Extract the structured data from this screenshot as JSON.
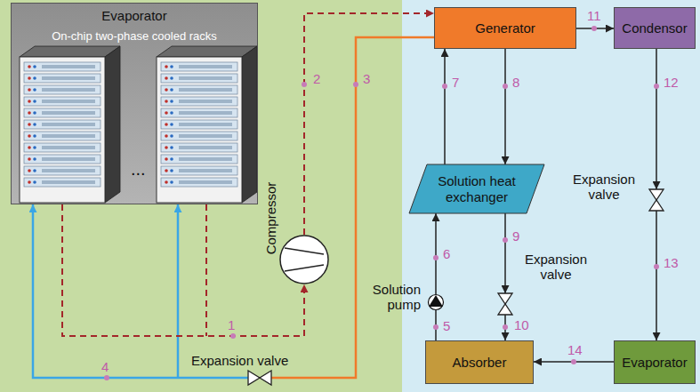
{
  "diagram": {
    "nodes": [
      {
        "text": [
          "Evaporator",
          "On-chip two-phase cooled racks"
        ]
      },
      {
        "text": [
          "Compressor"
        ]
      },
      {
        "text": [
          "Expansion valve"
        ]
      },
      {
        "text": [
          "Generator"
        ]
      },
      {
        "text": [
          "Condensor"
        ]
      },
      {
        "text": [
          "Solution heat exchanger"
        ]
      },
      {
        "text": [
          "Solution pump"
        ]
      },
      {
        "text": [
          "Expansion valve"
        ]
      },
      {
        "text": [
          "Absorber"
        ]
      },
      {
        "text": [
          "Expansion valve"
        ]
      },
      {
        "text": [
          "Evaporator"
        ]
      }
    ],
    "edges": [
      {
        "from": 0,
        "to": 1,
        "arrow": "to",
        "label": "1"
      },
      {
        "from": 1,
        "to": 3,
        "arrow": "to",
        "label": "2"
      },
      {
        "from": 3,
        "to": 2,
        "arrow": "none",
        "label": "3"
      },
      {
        "from": 2,
        "to": 0,
        "arrow": "to",
        "label": "4"
      },
      {
        "from": 8,
        "to": 6,
        "arrow": "none",
        "label": "5"
      },
      {
        "from": 6,
        "to": 5,
        "arrow": "to",
        "label": "6"
      },
      {
        "from": 5,
        "to": 3,
        "arrow": "to",
        "label": "7"
      },
      {
        "from": 3,
        "to": 5,
        "arrow": "to",
        "label": "8"
      },
      {
        "from": 5,
        "to": 7,
        "arrow": "to",
        "label": "9"
      },
      {
        "from": 7,
        "to": 8,
        "arrow": "to",
        "label": "10"
      },
      {
        "from": 3,
        "to": 4,
        "arrow": "to",
        "label": "11"
      },
      {
        "from": 4,
        "to": 9,
        "arrow": "to",
        "label": "12"
      },
      {
        "from": 9,
        "to": 10,
        "arrow": "to",
        "label": "13"
      },
      {
        "from": 10,
        "to": 8,
        "arrow": "to",
        "label": "14"
      }
    ],
    "labels": [
      "..."
    ]
  }
}
